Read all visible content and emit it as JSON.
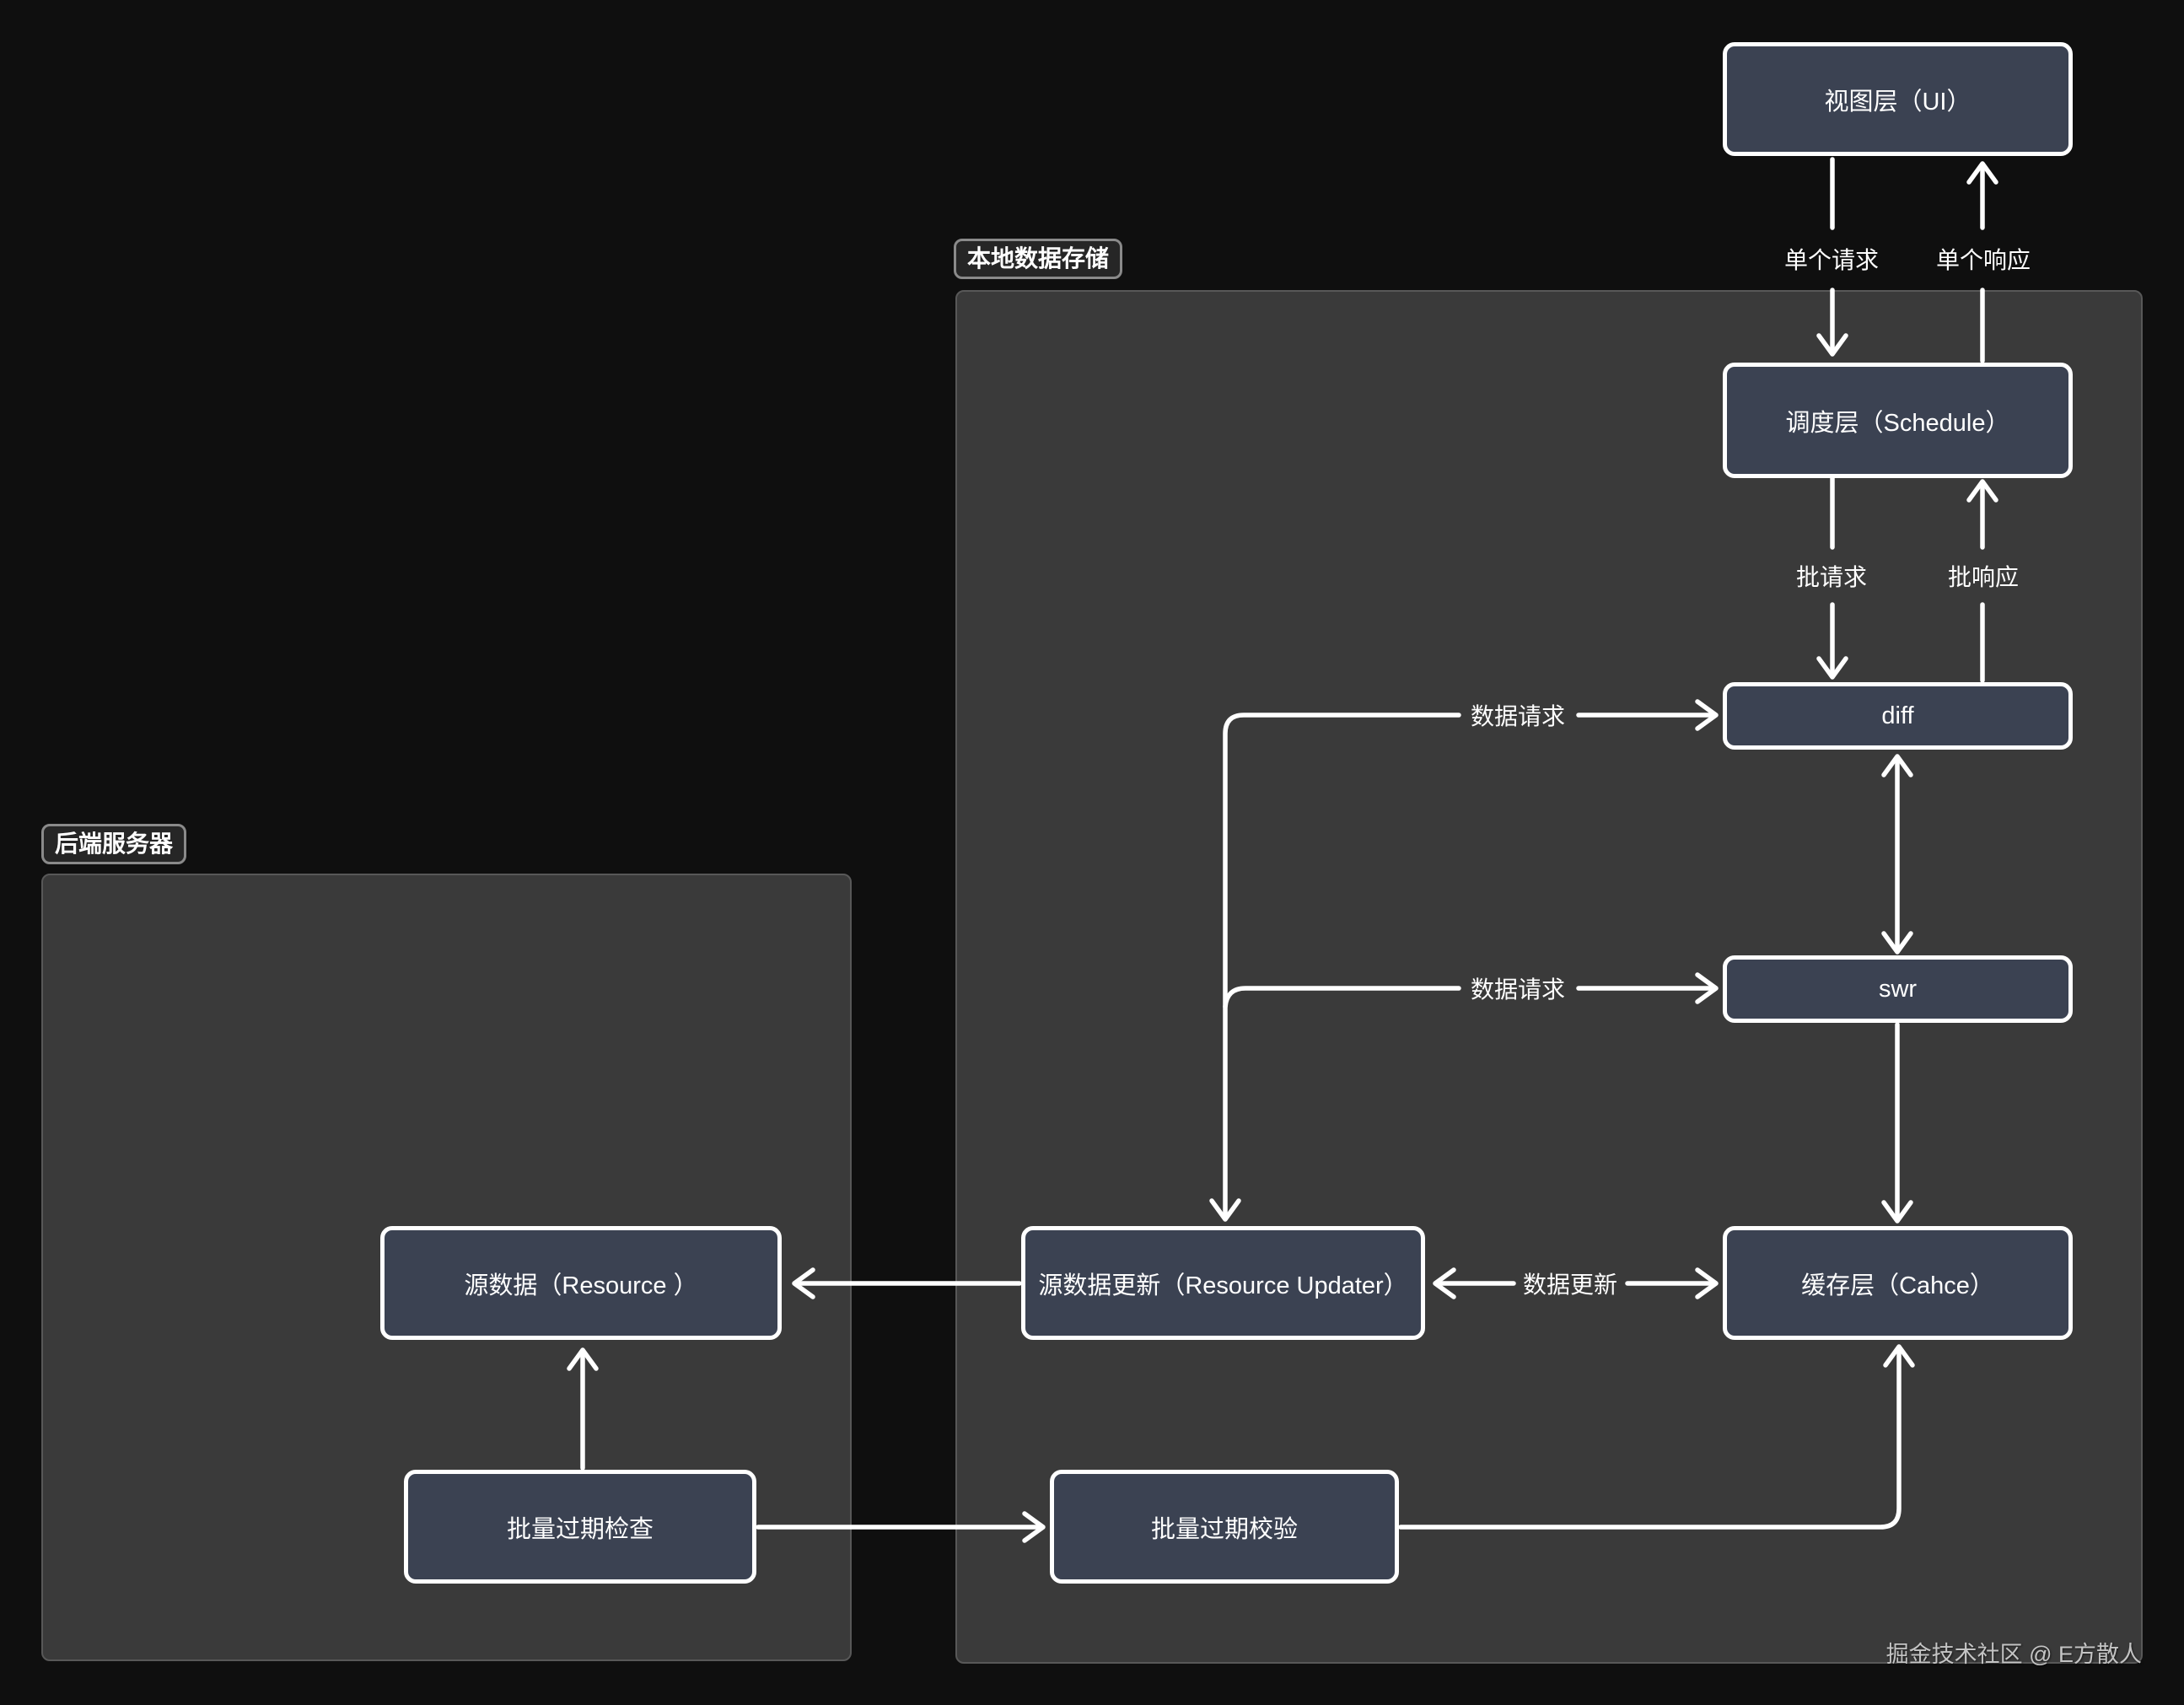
{
  "diagram": {
    "groups": {
      "local_storage": {
        "label": "本地数据存储"
      },
      "backend_server": {
        "label": "后端服务器"
      }
    },
    "nodes": {
      "ui": {
        "label": "视图层（UI）"
      },
      "schedule": {
        "label": "调度层（Schedule）"
      },
      "diff": {
        "label": "diff"
      },
      "swr": {
        "label": "swr"
      },
      "cache": {
        "label": "缓存层（Cahce）"
      },
      "resource_updater": {
        "label": "源数据更新（Resource Updater）"
      },
      "resource": {
        "label": "源数据（Resource ）"
      },
      "batch_expire_check": {
        "label": "批量过期检查"
      },
      "batch_expire_verify": {
        "label": "批量过期校验"
      }
    },
    "edge_labels": {
      "single_request": "单个请求",
      "single_response": "单个响应",
      "batch_request": "批请求",
      "batch_response": "批响应",
      "data_request_upper": "数据请求",
      "data_request_lower": "数据请求",
      "data_update": "数据更新"
    },
    "watermark": "掘金技术社区 @ E方散人",
    "colors": {
      "background": "#0f0f0f",
      "container": "#3a3a3a",
      "container_border": "#585858",
      "node_fill": "#3b4252",
      "node_border": "#ffffff",
      "arrow": "#ffffff",
      "text": "#ffffff",
      "watermark": "#c4c4c4",
      "badge_bg": "#262626",
      "badge_border": "#8a8a8a"
    }
  }
}
